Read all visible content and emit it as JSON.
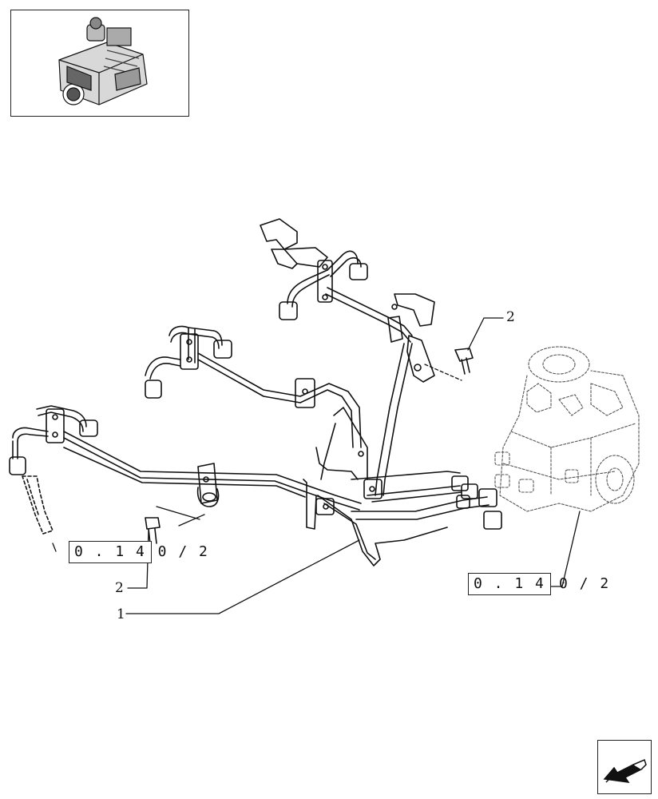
{
  "callouts": [
    {
      "id": "pipe-assembly",
      "label": "1"
    },
    {
      "id": "screw-upper-right",
      "label": "2"
    },
    {
      "id": "screw-lower-left",
      "label": "2"
    }
  ],
  "references": [
    {
      "id": "ref-injector",
      "code": "0 . 1 4",
      "suffix": ". 0 / 2"
    },
    {
      "id": "ref-pump",
      "code": "0 . 1 4",
      "suffix": "0 / 2"
    }
  ],
  "icons": {
    "thumbnail": "engine-thumbnail-icon",
    "navigation": "next-page-arrow-icon"
  },
  "colors": {
    "line": "#111111",
    "background": "#ffffff"
  }
}
